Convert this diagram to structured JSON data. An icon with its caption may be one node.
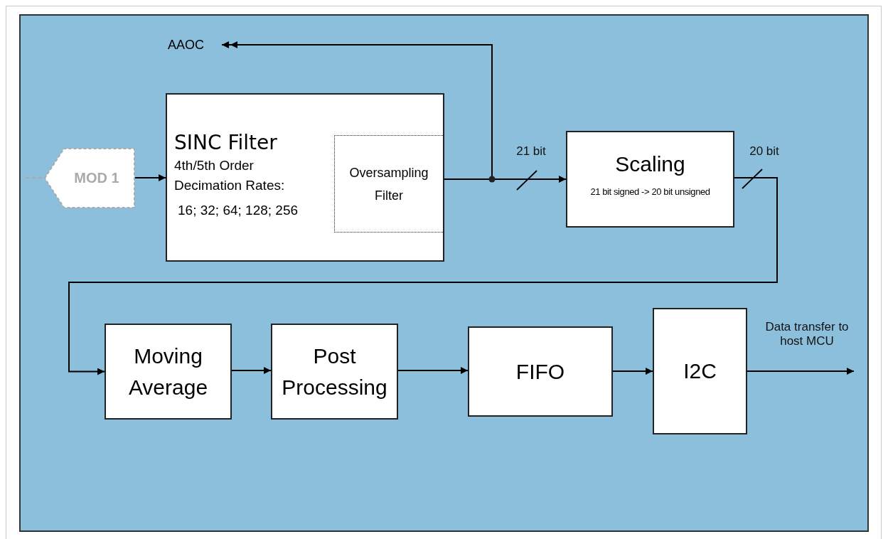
{
  "diagram": {
    "nodes": [
      {
        "text": [
          "MOD 1"
        ]
      },
      {
        "text": [
          "SINC Filter",
          "4th/5th Order Decimation Rates:",
          "16; 32; 64; 128; 256"
        ]
      },
      {
        "text": [
          "Oversampling Filter"
        ],
        "in": 1
      },
      {
        "text": [
          "AAOC"
        ]
      },
      {
        "text": [
          "Scaling",
          "21 bit signed -> 20 bit unsigned"
        ]
      },
      {
        "text": [
          "Moving Average"
        ]
      },
      {
        "text": [
          "Post Processing"
        ]
      },
      {
        "text": [
          "FIFO"
        ]
      },
      {
        "text": [
          "I2C"
        ]
      }
    ],
    "edges": [
      {
        "from": null,
        "to": 0,
        "arrow": "none",
        "style": "dashed",
        "color": "#aaaaaa"
      },
      {
        "from": 0,
        "to": 1,
        "arrow": "to"
      },
      {
        "from": 1,
        "to": 3,
        "arrow": "to"
      },
      {
        "from": 1,
        "to": 4,
        "arrow": "to",
        "label": "21 bit"
      },
      {
        "from": 4,
        "to": 5,
        "arrow": "to",
        "label": "20 bit"
      },
      {
        "from": 5,
        "to": 6,
        "arrow": "to"
      },
      {
        "from": 6,
        "to": 7,
        "arrow": "to"
      },
      {
        "from": 7,
        "to": 8,
        "arrow": "to"
      },
      {
        "from": 8,
        "to": null,
        "arrow": "to",
        "label": "Data transfer to host MCU"
      }
    ]
  }
}
